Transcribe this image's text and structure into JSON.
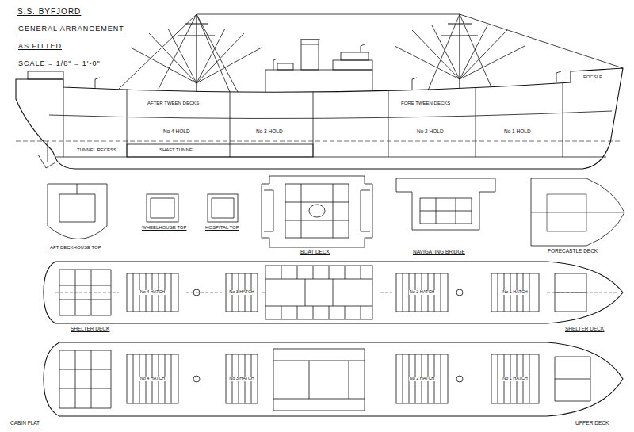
{
  "diagram": {
    "title": "S.S. BYFJORD",
    "labels": [
      "GENERAL ARRANGEMENT",
      "AS FITTED",
      "SCALE = 1/8\" = 1'-0\"",
      "AFTER TWEEN DECKS",
      "FORE TWEEN DECKS",
      "No 4 HOLD",
      "No 3 HOLD",
      "No 2 HOLD",
      "No 1 HOLD",
      "SHAFT TUNNEL",
      "TUNNEL RECESS",
      "FOCSLE",
      "AFT DECKHOUSE TOP",
      "WHEELHOUSE TOP",
      "HOSPITAL TOP",
      "BOAT DECK",
      "NAVIGATING BRIDGE",
      "FORECASTLE DECK",
      "SHELTER DECK",
      "SHELTER DECK",
      "CABIN FLAT",
      "UPPER DECK",
      "No 4 HATCH",
      "No 3 HATCH",
      "No 2 HATCH",
      "No 1 HATCH",
      "No 4 HATCH",
      "No 3 HATCH",
      "No 2 HATCH",
      "No 1 HATCH"
    ]
  }
}
